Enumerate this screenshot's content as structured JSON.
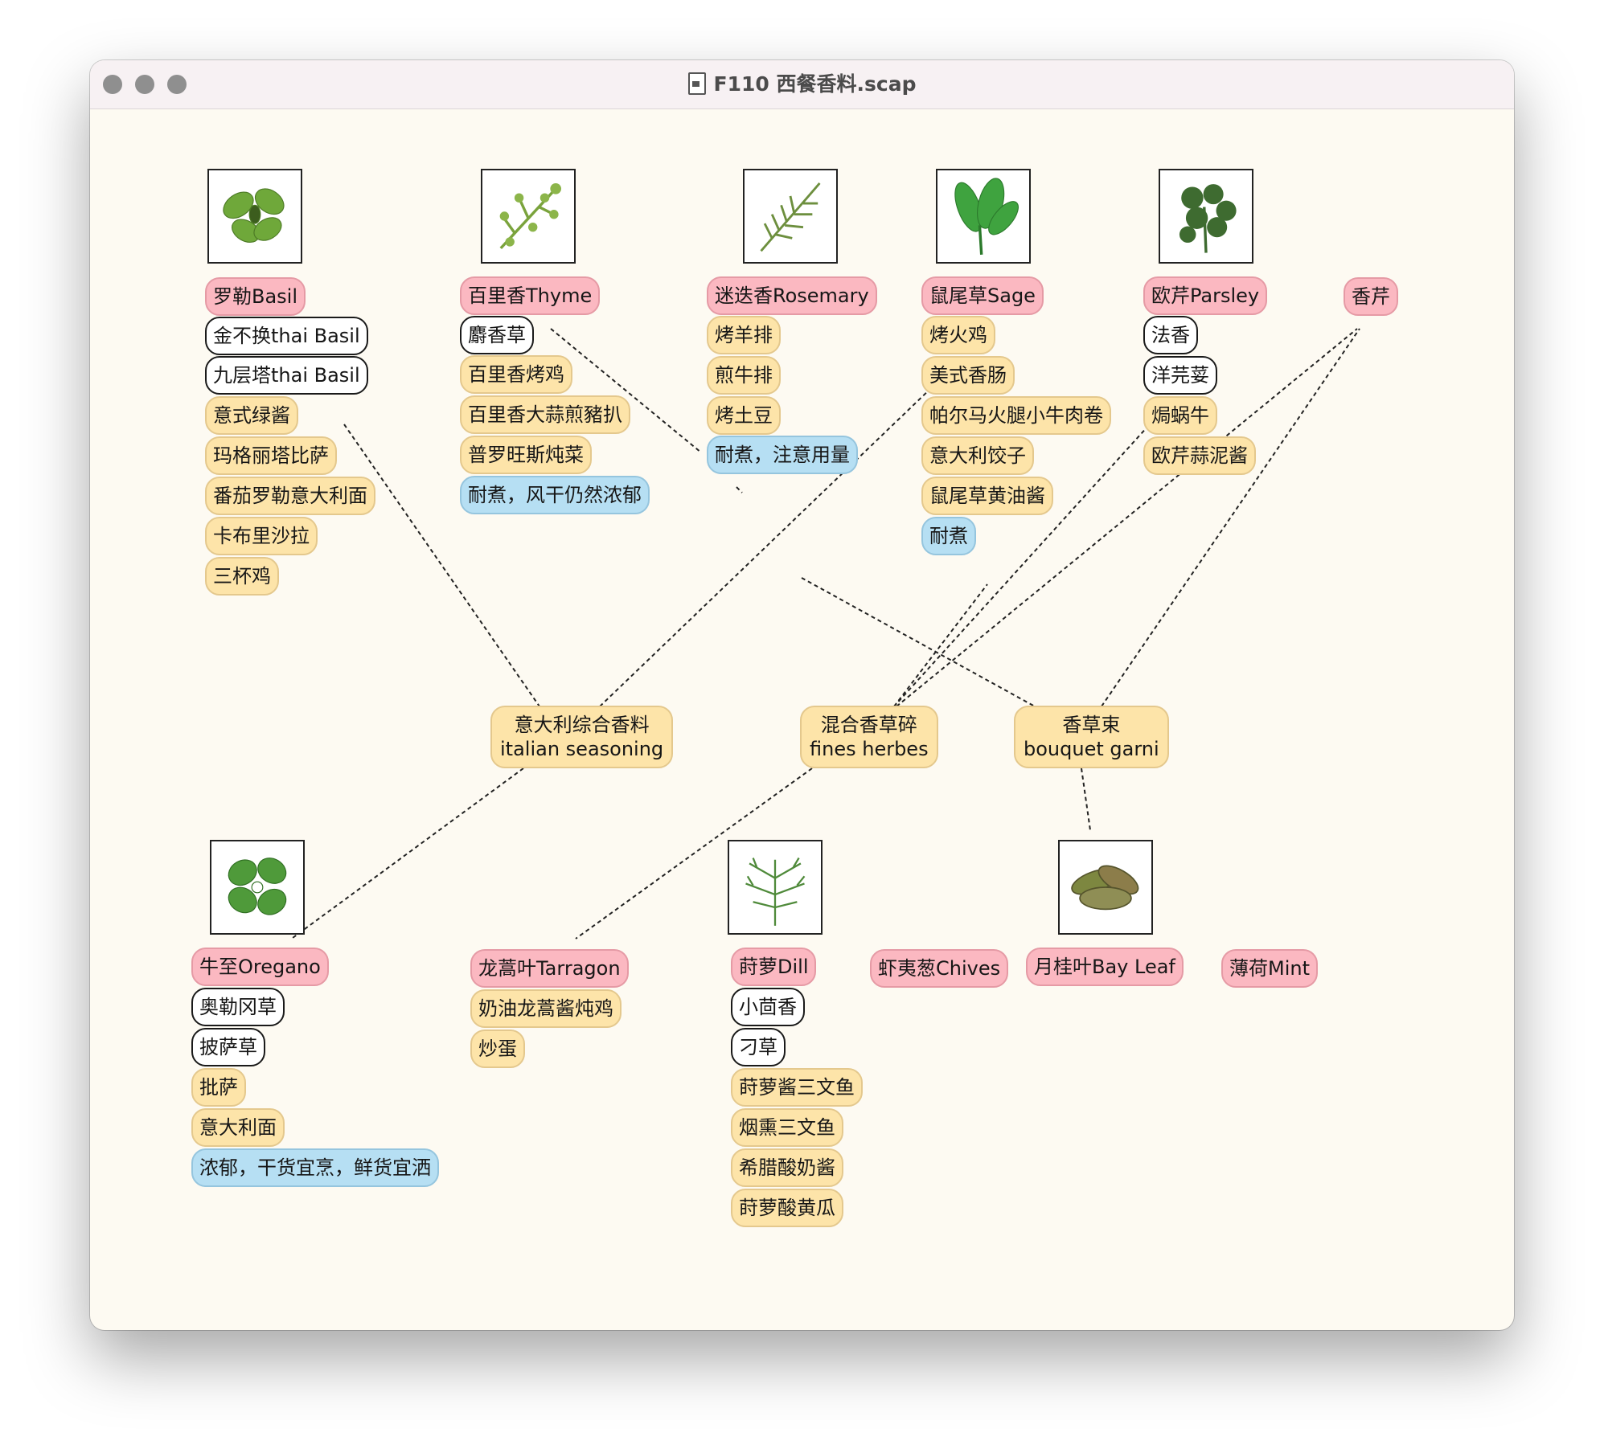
{
  "window": {
    "title": "F110 西餐香料.scap",
    "icon": "document-icon"
  },
  "colors": {
    "background": "#fdfaf2",
    "herb_node": "#fbb8c1",
    "dish_node": "#fde4a9",
    "alias_node": "#ffffff",
    "note_node": "#b6dff3"
  },
  "herbs": {
    "basil": {
      "name": "罗勒Basil",
      "aliases": [
        "金不换thai Basil",
        "九层塔thai Basil"
      ],
      "dishes": [
        "意式绿酱",
        "玛格丽塔比萨",
        "番茄罗勒意大利面",
        "卡布里沙拉",
        "三杯鸡"
      ]
    },
    "thyme": {
      "name": "百里香Thyme",
      "aliases": [
        "麝香草"
      ],
      "dishes": [
        "百里香烤鸡",
        "百里香大蒜煎豬扒",
        "普罗旺斯炖菜"
      ],
      "note": "耐煮，风干仍然浓郁"
    },
    "rosemary": {
      "name": "迷迭香Rosemary",
      "dishes": [
        "烤羊排",
        "煎牛排",
        "烤土豆"
      ],
      "note": "耐煮，注意用量"
    },
    "sage": {
      "name": "鼠尾草Sage",
      "dishes": [
        "烤火鸡",
        "美式香肠",
        "帕尔马火腿小牛肉卷",
        "意大利饺子",
        "鼠尾草黄油酱"
      ],
      "note": "耐煮"
    },
    "parsley": {
      "name": "欧芹Parsley",
      "aliases": [
        "法香",
        "洋芫荽"
      ],
      "dishes": [
        "焗蜗牛",
        "欧芹蒜泥酱"
      ]
    },
    "coriander": {
      "name": "香芹"
    },
    "oregano": {
      "name": "牛至Oregano",
      "aliases": [
        "奥勒冈草",
        "披萨草"
      ],
      "dishes": [
        "批萨",
        "意大利面"
      ],
      "note": "浓郁，干货宜烹，鲜货宜洒"
    },
    "tarragon": {
      "name": "龙蒿叶Tarragon",
      "dishes": [
        "奶油龙蒿酱炖鸡",
        "炒蛋"
      ]
    },
    "dill": {
      "name": "莳萝Dill",
      "aliases": [
        "小茴香",
        "刁草"
      ],
      "dishes": [
        "莳萝酱三文鱼",
        "烟熏三文鱼",
        "希腊酸奶酱",
        "莳萝酸黄瓜"
      ]
    },
    "chives": {
      "name": "虾夷葱Chives"
    },
    "bayleaf": {
      "name": "月桂叶Bay Leaf"
    },
    "mint": {
      "name": "薄荷Mint"
    }
  },
  "blends": {
    "italian": {
      "line1": "意大利综合香料",
      "line2": "italian seasoning"
    },
    "fines": {
      "line1": "混合香草碎",
      "line2": "fines herbes"
    },
    "bouquet": {
      "line1": "香草束",
      "line2": "bouquet garni"
    }
  },
  "images": [
    "basil-leaf-icon",
    "thyme-sprig-icon",
    "rosemary-sprig-icon",
    "sage-leaf-icon",
    "parsley-leaf-icon",
    "oregano-leaf-icon",
    "dill-sprig-icon",
    "bay-leaf-icon"
  ]
}
